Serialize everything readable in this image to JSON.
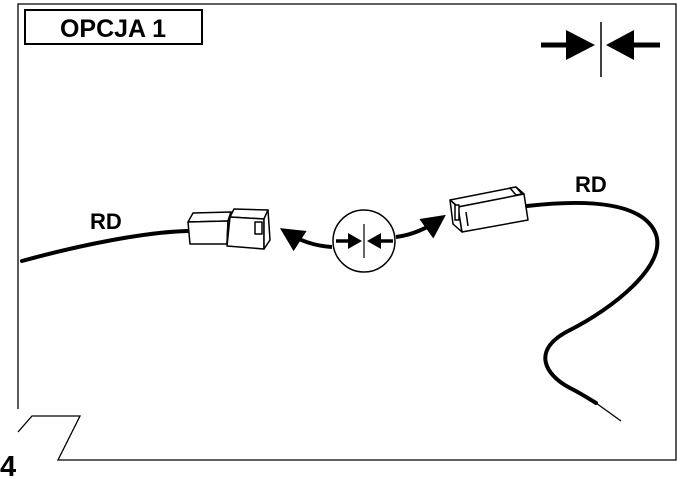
{
  "option_label": "OPCJA 1",
  "step_number": "4",
  "wire_labels": {
    "left": "RD",
    "right": "RD"
  },
  "icons": {
    "header": "connect-arrows-icon",
    "center": "connect-arrows-icon",
    "left_arrow": "curved-arrow-left-icon",
    "right_arrow": "curved-arrow-right-icon"
  },
  "colors": {
    "stroke": "#000000",
    "background": "#ffffff"
  }
}
